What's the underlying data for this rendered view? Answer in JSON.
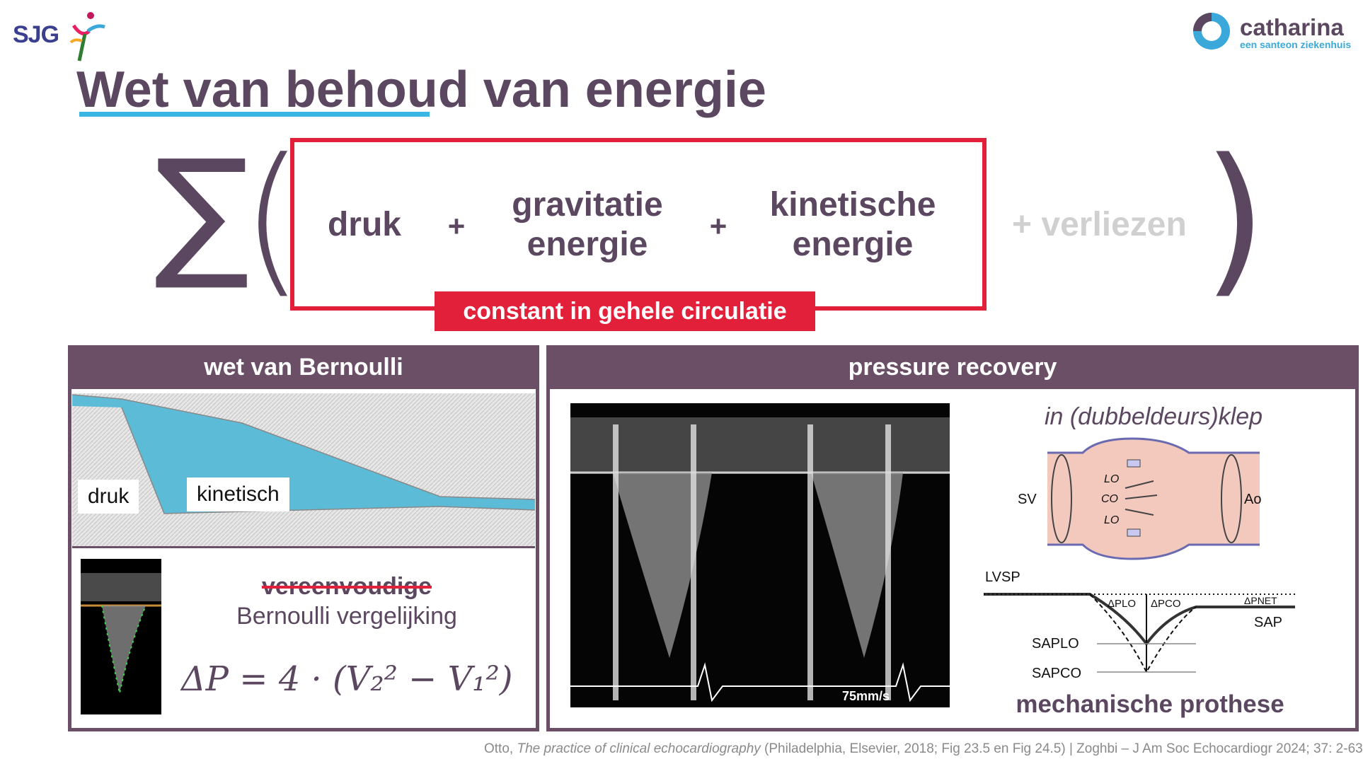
{
  "logos": {
    "sjg": "SJG",
    "catharina_name": "catharina",
    "catharina_sub": "een santeon ziekenhuis"
  },
  "slide": {
    "title": "Wet van behoud van energie"
  },
  "formula": {
    "sigma": "∑",
    "open": "(",
    "close": ")",
    "term1": "druk",
    "plus": "+",
    "term2_line1": "gravitatie",
    "term2_line2": "energie",
    "term3_line1": "kinetische",
    "term3_line2": "energie",
    "extra": "+ verliezen",
    "banner": "constant in gehele circulatie"
  },
  "left_panel": {
    "header": "wet van Bernoulli",
    "label_pressure": "druk",
    "label_kinetic": "kinetisch",
    "struck_word": "vereenvoudige",
    "equation_label": "Bernoulli vergelijking",
    "equation": "ΔP = 4 · (V₂² − V₁²)"
  },
  "right_panel": {
    "header": "pressure recovery",
    "scale": "75mm/s",
    "valve_caption": "in (dubbeldeurs)klep",
    "diagram_labels": {
      "sv": "SV",
      "ao": "Ao",
      "lo_top": "LO",
      "co": "CO",
      "lo_bottom": "LO",
      "lvsp": "LVSP",
      "dplo": "ΔPLO",
      "dpco": "ΔPCO",
      "dpnet": "ΔPNET",
      "sap": "SAP",
      "saplo": "SAPLO",
      "sapco": "SAPCO"
    },
    "caption_bottom": "mechanische prothese"
  },
  "footer": {
    "author": "Otto, ",
    "book": "The practice of clinical echocardiography",
    "rest": " (Philadelphia, Elsevier, 2018; Fig 23.5 en Fig 24.5) | Zoghbi – J Am Soc Echocardiogr 2024; 37: 2-63"
  },
  "colors": {
    "brand_purple": "#5b4760",
    "panel_purple": "#6b4f66",
    "accent_red": "#e2203a",
    "accent_blue": "#3bb6e3",
    "flow_blue": "#5cbcd8"
  }
}
